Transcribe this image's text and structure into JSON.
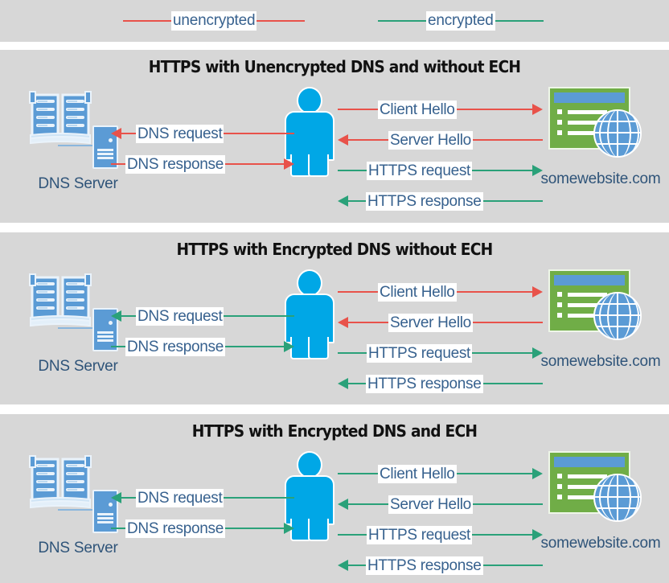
{
  "colors": {
    "unencrypted": "#e8524a",
    "encrypted": "#2aa179",
    "panel_bg": "#d7d7d7",
    "label_text": "#37618e",
    "node_text": "#2f5479",
    "title_text": "#111111",
    "person_blue": "#00a7e6",
    "server_blue": "#5b9bd5",
    "browser_green": "#70ad47"
  },
  "legend": {
    "items": [
      {
        "label": "unencrypted",
        "color_key": "unencrypted"
      },
      {
        "label": "encrypted",
        "color_key": "encrypted"
      }
    ]
  },
  "nodes": {
    "dns_server_label": "DNS Server",
    "website_label": "somewebsite.com",
    "dns_icon": "address-book-icon",
    "server_icon": "server-rack-icon",
    "client_icon": "person-icon",
    "website_icon": "browser-window-icon",
    "globe_icon": "globe-icon"
  },
  "panels": [
    {
      "id": "panel-1",
      "title": "HTTPS with Unencrypted DNS and without ECH",
      "dns_flows": [
        {
          "label": "DNS request",
          "direction": "left",
          "color_key": "unencrypted"
        },
        {
          "label": "DNS response",
          "direction": "right",
          "color_key": "unencrypted"
        }
      ],
      "web_flows": [
        {
          "label": "Client Hello",
          "direction": "right",
          "color_key": "unencrypted"
        },
        {
          "label": "Server Hello",
          "direction": "left",
          "color_key": "unencrypted"
        },
        {
          "label": "HTTPS request",
          "direction": "right",
          "color_key": "encrypted"
        },
        {
          "label": "HTTPS response",
          "direction": "left",
          "color_key": "encrypted"
        }
      ]
    },
    {
      "id": "panel-2",
      "title": "HTTPS with Encrypted DNS without ECH",
      "dns_flows": [
        {
          "label": "DNS request",
          "direction": "left",
          "color_key": "encrypted"
        },
        {
          "label": "DNS response",
          "direction": "right",
          "color_key": "encrypted"
        }
      ],
      "web_flows": [
        {
          "label": "Client Hello",
          "direction": "right",
          "color_key": "unencrypted"
        },
        {
          "label": "Server Hello",
          "direction": "left",
          "color_key": "unencrypted"
        },
        {
          "label": "HTTPS request",
          "direction": "right",
          "color_key": "encrypted"
        },
        {
          "label": "HTTPS response",
          "direction": "left",
          "color_key": "encrypted"
        }
      ]
    },
    {
      "id": "panel-3",
      "title": "HTTPS with Encrypted DNS and ECH",
      "dns_flows": [
        {
          "label": "DNS request",
          "direction": "left",
          "color_key": "encrypted"
        },
        {
          "label": "DNS response",
          "direction": "right",
          "color_key": "encrypted"
        }
      ],
      "web_flows": [
        {
          "label": "Client Hello",
          "direction": "right",
          "color_key": "encrypted"
        },
        {
          "label": "Server Hello",
          "direction": "left",
          "color_key": "encrypted"
        },
        {
          "label": "HTTPS request",
          "direction": "right",
          "color_key": "encrypted"
        },
        {
          "label": "HTTPS response",
          "direction": "left",
          "color_key": "encrypted"
        }
      ]
    }
  ]
}
